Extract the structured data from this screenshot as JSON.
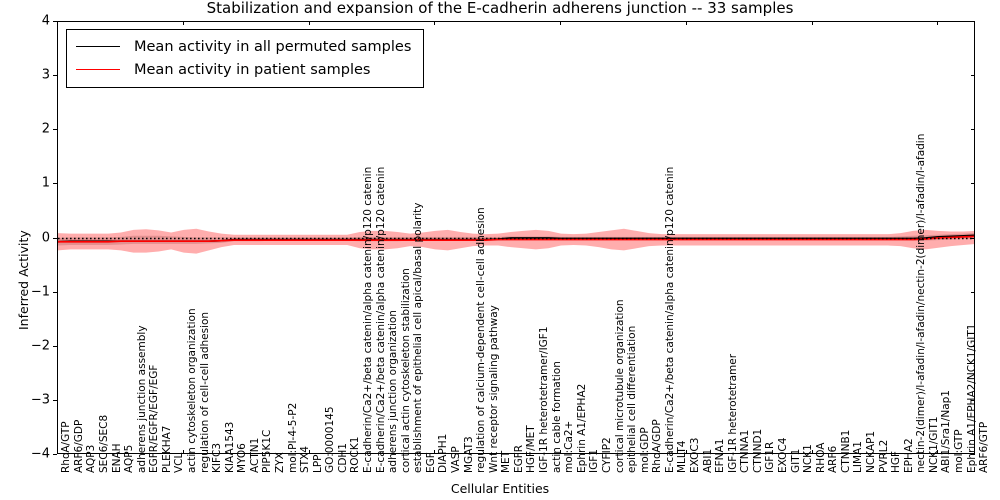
{
  "chart_data": {
    "type": "line",
    "title": "Stabilization and expansion of the E-cadherin adherens junction -- 33 samples",
    "xlabel": "Cellular Entities",
    "ylabel": "Inferred Activity",
    "ylim": [
      -4,
      4
    ],
    "yticks": [
      "-4",
      "-3",
      "-2",
      "-1",
      "0",
      "1",
      "2",
      "3",
      "4"
    ],
    "grid": false,
    "legend_position": "upper left",
    "legend": [
      {
        "label": "Mean activity in all permuted samples",
        "color": "#000000"
      },
      {
        "label": "Mean activity in patient samples",
        "color": "#ff0000"
      }
    ],
    "categories": [
      "RhoA/GTP",
      "ARF6/GDP",
      "AQP3",
      "SEC6/SEC8",
      "ENAH",
      "AQP5",
      "adherens junction assembly",
      "EGFR/EGFR/EGF/EGF",
      "PLEKHA7",
      "VCL",
      "actin cytoskeleton organization",
      "regulation of cell-cell adhesion",
      "KIFC3",
      "KIAA1543",
      "MYO6",
      "ACTN1",
      "PIP5K1C",
      "ZYX",
      "mol:PI-4-5-P2",
      "STX4",
      "LPP",
      "GO:0000145",
      "CDH1",
      "ROCK1",
      "E-cadherin/Ca2+/beta catenin/alpha catenin/p120 catenin",
      "E-cadherin/Ca2+/beta catenin/alpha catenin/p120 catenin",
      "adherens junction organization",
      "cortical actin cytoskeleton stabilization",
      "establishment of epithelial cell apical/basal polarity",
      "EGF",
      "DIAPH1",
      "VASP",
      "MGAT3",
      "regulation of calcium-dependent cell-cell adhesion",
      "Wnt receptor signaling pathway",
      "MET",
      "EGFR",
      "HGF/MET",
      "IGF-1R heterotetramer/IGF1",
      "actin cable formation",
      "mol:Ca2+",
      "Ephrin A1/EPHA2",
      "IGF1",
      "CYFIP2",
      "cortical microtubule organization",
      "epithelial cell differentiation",
      "mol:GDP",
      "RhoA/GDP",
      "E-cadherin/Ca2+/beta catenin/alpha catenin/p120 catenin",
      "MLLT4",
      "EXOC3",
      "ABI1",
      "EFNA1",
      "IGF-1R heterotetramer",
      "CTNNA1",
      "CTNND1",
      "IGF1R",
      "EXOC4",
      "GIT1",
      "NCK1",
      "RHOA",
      "ARF6",
      "CTNNB1",
      "LIMA1",
      "NCKAP1",
      "PVRL2",
      "HGF",
      "EPHA2",
      "nectin-2(dimer)/l-afadin/l-afadin/nectin-2(dimer)/l-afadin/l-afadin",
      "NCK1/GIT1",
      "ABI1/Sra1/Nap1",
      "mol:GTP",
      "Ephrin A1/EPHA2/NCK1/GIT1",
      "ARF6/GTP"
    ],
    "series": [
      {
        "name": "Mean activity in all permuted samples",
        "color": "#000000",
        "values": [
          -0.06,
          -0.05,
          -0.05,
          -0.05,
          -0.05,
          -0.05,
          -0.05,
          -0.05,
          -0.05,
          -0.05,
          -0.05,
          -0.05,
          -0.05,
          -0.04,
          -0.02,
          -0.02,
          -0.02,
          -0.02,
          -0.02,
          -0.02,
          -0.02,
          -0.02,
          -0.02,
          -0.02,
          -0.02,
          -0.02,
          -0.02,
          -0.02,
          -0.02,
          -0.02,
          -0.02,
          -0.02,
          -0.02,
          -0.02,
          -0.02,
          -0.01,
          0.01,
          0.01,
          0.01,
          0.01,
          0.0,
          0.0,
          0.0,
          0.0,
          0.0,
          0.0,
          0.0,
          0.0,
          0.0,
          0.0,
          0.0,
          0.0,
          0.0,
          0.0,
          0.0,
          0.0,
          0.0,
          0.0,
          0.0,
          0.0,
          0.0,
          0.0,
          0.0,
          0.0,
          0.0,
          0.0,
          0.0,
          0.0,
          0.0,
          0.01,
          0.03,
          0.04,
          0.05,
          0.06
        ],
        "band_lower": [
          -0.13,
          -0.12,
          -0.12,
          -0.12,
          -0.12,
          -0.11,
          -0.1,
          -0.1,
          -0.1,
          -0.1,
          -0.1,
          -0.1,
          -0.09,
          -0.08,
          -0.05,
          -0.05,
          -0.05,
          -0.04,
          -0.04,
          -0.04,
          -0.04,
          -0.04,
          -0.04,
          -0.04,
          -0.05,
          -0.05,
          -0.05,
          -0.05,
          -0.04,
          -0.04,
          -0.04,
          -0.04,
          -0.04,
          -0.04,
          -0.04,
          -0.04,
          -0.03,
          -0.03,
          -0.03,
          -0.03,
          -0.03,
          -0.03,
          -0.03,
          -0.03,
          -0.03,
          -0.03,
          -0.03,
          -0.03,
          -0.03,
          -0.03,
          -0.03,
          -0.03,
          -0.03,
          -0.03,
          -0.03,
          -0.03,
          -0.03,
          -0.03,
          -0.03,
          -0.03,
          -0.03,
          -0.03,
          -0.03,
          -0.03,
          -0.03,
          -0.03,
          -0.03,
          -0.03,
          -0.04,
          -0.04,
          -0.03,
          -0.02,
          -0.01,
          -0.01
        ],
        "band_upper": [
          0.01,
          0.02,
          0.02,
          0.02,
          0.02,
          0.03,
          0.05,
          0.05,
          0.05,
          0.04,
          0.03,
          0.02,
          0.02,
          0.02,
          0.02,
          0.02,
          0.02,
          0.02,
          0.02,
          0.02,
          0.02,
          0.02,
          0.02,
          0.02,
          0.03,
          0.03,
          0.03,
          0.03,
          0.03,
          0.03,
          0.03,
          0.03,
          0.03,
          0.03,
          0.03,
          0.03,
          0.04,
          0.04,
          0.04,
          0.04,
          0.03,
          0.03,
          0.03,
          0.03,
          0.03,
          0.03,
          0.03,
          0.03,
          0.03,
          0.03,
          0.03,
          0.03,
          0.03,
          0.03,
          0.03,
          0.03,
          0.03,
          0.03,
          0.03,
          0.03,
          0.03,
          0.03,
          0.03,
          0.03,
          0.03,
          0.03,
          0.03,
          0.04,
          0.05,
          0.06,
          0.07,
          0.08,
          0.09,
          0.1
        ]
      },
      {
        "name": "Mean activity in patient samples",
        "color": "#ff0000",
        "values": [
          -0.06,
          -0.06,
          -0.06,
          -0.06,
          -0.06,
          -0.05,
          -0.05,
          -0.05,
          -0.05,
          -0.05,
          -0.05,
          -0.05,
          -0.05,
          -0.04,
          -0.03,
          -0.03,
          -0.03,
          -0.03,
          -0.03,
          -0.03,
          -0.03,
          -0.03,
          -0.03,
          -0.03,
          -0.03,
          -0.03,
          -0.03,
          -0.03,
          -0.03,
          -0.03,
          -0.03,
          -0.03,
          -0.03,
          -0.03,
          -0.03,
          -0.02,
          -0.02,
          -0.02,
          -0.02,
          -0.02,
          -0.02,
          -0.02,
          -0.02,
          -0.02,
          -0.02,
          -0.02,
          -0.02,
          -0.02,
          -0.02,
          -0.02,
          -0.02,
          -0.02,
          -0.02,
          -0.02,
          -0.02,
          -0.02,
          -0.02,
          -0.02,
          -0.02,
          -0.02,
          -0.02,
          -0.02,
          -0.02,
          -0.02,
          -0.02,
          -0.02,
          -0.02,
          -0.02,
          -0.02,
          -0.01,
          0.01,
          0.02,
          0.03,
          0.04
        ],
        "band_lower": [
          -0.22,
          -0.2,
          -0.2,
          -0.2,
          -0.2,
          -0.22,
          -0.26,
          -0.26,
          -0.24,
          -0.2,
          -0.26,
          -0.28,
          -0.22,
          -0.16,
          -0.12,
          -0.12,
          -0.12,
          -0.12,
          -0.12,
          -0.12,
          -0.12,
          -0.12,
          -0.12,
          -0.12,
          -0.18,
          -0.2,
          -0.2,
          -0.18,
          -0.14,
          -0.16,
          -0.2,
          -0.22,
          -0.18,
          -0.14,
          -0.13,
          -0.13,
          -0.16,
          -0.18,
          -0.2,
          -0.18,
          -0.13,
          -0.12,
          -0.13,
          -0.16,
          -0.2,
          -0.22,
          -0.18,
          -0.14,
          -0.13,
          -0.13,
          -0.13,
          -0.13,
          -0.13,
          -0.13,
          -0.13,
          -0.13,
          -0.13,
          -0.13,
          -0.13,
          -0.13,
          -0.13,
          -0.13,
          -0.13,
          -0.13,
          -0.13,
          -0.13,
          -0.13,
          -0.14,
          -0.18,
          -0.2,
          -0.17,
          -0.14,
          -0.12,
          -0.1
        ],
        "band_upper": [
          0.1,
          0.09,
          0.09,
          0.09,
          0.09,
          0.11,
          0.16,
          0.17,
          0.15,
          0.11,
          0.16,
          0.18,
          0.13,
          0.09,
          0.07,
          0.07,
          0.07,
          0.07,
          0.07,
          0.07,
          0.07,
          0.07,
          0.07,
          0.07,
          0.12,
          0.14,
          0.14,
          0.12,
          0.09,
          0.11,
          0.14,
          0.16,
          0.12,
          0.09,
          0.08,
          0.09,
          0.12,
          0.14,
          0.16,
          0.14,
          0.09,
          0.08,
          0.09,
          0.12,
          0.15,
          0.18,
          0.14,
          0.1,
          0.08,
          0.08,
          0.08,
          0.08,
          0.08,
          0.08,
          0.08,
          0.08,
          0.08,
          0.08,
          0.08,
          0.08,
          0.08,
          0.08,
          0.08,
          0.08,
          0.08,
          0.08,
          0.08,
          0.1,
          0.14,
          0.16,
          0.14,
          0.13,
          0.13,
          0.14
        ]
      }
    ],
    "reference_line": {
      "value": 0.0,
      "style": "dotted",
      "color": "#000000"
    }
  }
}
